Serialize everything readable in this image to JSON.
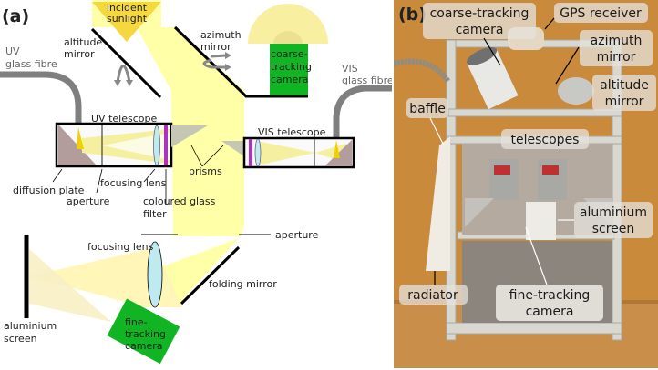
{
  "panel_a": {
    "label": "(a)",
    "incident_sunlight": [
      "incident",
      "sunlight"
    ],
    "altitude_mirror": [
      "altitude",
      "mirror"
    ],
    "azimuth_mirror": [
      "azimuth",
      "mirror"
    ],
    "coarse_tracking_camera": [
      "coarse-",
      "tracking",
      "camera"
    ],
    "uv_glass_fibre": [
      "UV",
      "glass fibre"
    ],
    "vis_glass_fibre": [
      "VIS",
      "glass fibre"
    ],
    "uv_telescope": "UV telescope",
    "vis_telescope": "VIS telescope",
    "diffusion_plate": "diffusion plate",
    "aperture_uv": "aperture",
    "focusing_lens_uv": "focusing lens",
    "coloured_glass_filter": [
      "coloured glass",
      "filter"
    ],
    "prisms": "prisms",
    "focusing_lens_main": "focusing lens",
    "aperture_main": "aperture",
    "folding_mirror": "folding mirror",
    "aluminium_screen": [
      "aluminium",
      "screen"
    ],
    "fine_tracking_camera": [
      "fine-",
      "tracking",
      "camera"
    ],
    "colors": {
      "sunlight": "#ffffa8",
      "sunlight_strong": "#f5d840",
      "camera_green": "#11b524",
      "lens_blue": "#bfeaf0",
      "filter_purple": "#b030c0",
      "prism_grey": "#c6c6b4",
      "diffuser_brown": "#b29c9c",
      "fibre_grey": "#7f7f7f"
    }
  },
  "panel_b": {
    "label": "(b)",
    "coarse_tracking_camera": [
      "coarse-tracking",
      "camera"
    ],
    "gps_receiver": "GPS receiver",
    "azimuth_mirror": [
      "azimuth",
      "mirror"
    ],
    "altitude_mirror": [
      "altitude",
      "mirror"
    ],
    "baffle": "baffle",
    "telescopes": "telescopes",
    "aluminium_screen": [
      "aluminium",
      "screen"
    ],
    "radiator": "radiator",
    "fine_tracking_camera": [
      "fine-tracking",
      "camera"
    ],
    "colors": {
      "background_wall": "#c98a3c",
      "table_wood": "#c98e4a",
      "label_box": "#e6e2dc"
    }
  }
}
